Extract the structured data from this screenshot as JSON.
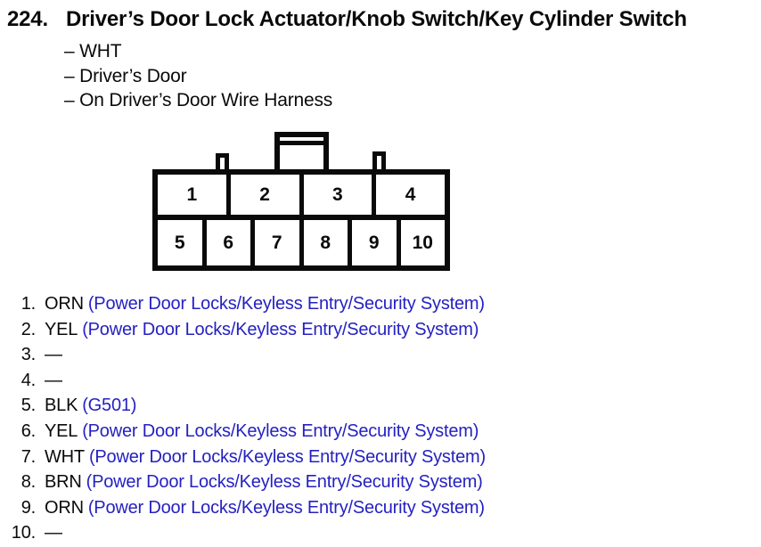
{
  "colors": {
    "page_bg": "#ffffff",
    "ink": "#0a0a0a",
    "circuit_blue": "#2521c1"
  },
  "header": {
    "item_number": "224.",
    "title": "Driver’s Door Lock Actuator/Knob Switch/Key Cylinder Switch",
    "details": [
      "– WHT",
      "– Driver’s Door",
      "– On Driver’s Door Wire Harness"
    ]
  },
  "connector": {
    "top_row": [
      "1",
      "2",
      "3",
      "4"
    ],
    "bottom_row": [
      "5",
      "6",
      "7",
      "8",
      "9",
      "10"
    ]
  },
  "pins": [
    {
      "number": "1.",
      "wire_color": "ORN",
      "circuit": "(Power Door Locks/Keyless Entry/Security System)"
    },
    {
      "number": "2.",
      "wire_color": "YEL",
      "circuit": "(Power Door Locks/Keyless Entry/Security System)"
    },
    {
      "number": "3.",
      "wire_color": "—",
      "circuit": ""
    },
    {
      "number": "4.",
      "wire_color": "—",
      "circuit": ""
    },
    {
      "number": "5.",
      "wire_color": "BLK",
      "circuit": "(G501)"
    },
    {
      "number": "6.",
      "wire_color": "YEL",
      "circuit": "(Power Door Locks/Keyless Entry/Security System)"
    },
    {
      "number": "7.",
      "wire_color": "WHT",
      "circuit": "(Power Door Locks/Keyless Entry/Security System)"
    },
    {
      "number": "8.",
      "wire_color": "BRN",
      "circuit": "(Power Door Locks/Keyless Entry/Security System)"
    },
    {
      "number": "9.",
      "wire_color": "ORN",
      "circuit": "(Power Door Locks/Keyless Entry/Security System)"
    },
    {
      "number": "10.",
      "wire_color": "—",
      "circuit": ""
    }
  ]
}
